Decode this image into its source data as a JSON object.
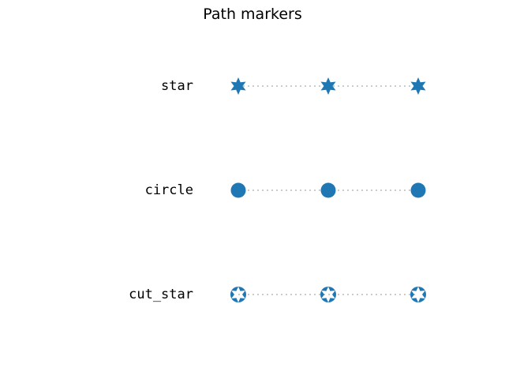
{
  "figure": {
    "title": "Path markers",
    "background": "#ffffff"
  },
  "colors": {
    "marker_fill": "#1f77b4",
    "marker_edge": "#1f77b4",
    "line": "#cbcbcb",
    "text": "#000000"
  },
  "rows": [
    {
      "label": "star",
      "marker_icon": "six-pointed-star-marker"
    },
    {
      "label": "circle",
      "marker_icon": "circle-marker"
    },
    {
      "label": "cut_star",
      "marker_icon": "circle-with-star-cutout-marker"
    }
  ],
  "chart_data": {
    "type": "line",
    "title": "Path markers",
    "x": [
      0,
      1,
      2
    ],
    "series": [
      {
        "name": "star",
        "marker": "6-pointed regular star path",
        "row_from_top": 0,
        "y": [
          0,
          0,
          0
        ]
      },
      {
        "name": "circle",
        "marker": "unit circle path",
        "row_from_top": 1,
        "y": [
          1,
          1,
          1
        ]
      },
      {
        "name": "cut_star",
        "marker": "circle with 6-pointed star cutout path",
        "row_from_top": 2,
        "y": [
          2,
          2,
          2
        ]
      }
    ],
    "line_style": "dotted",
    "line_color": "#cbcbcb",
    "marker_color": "#1f77b4",
    "marker_size_px": 22,
    "axes_visible": false,
    "grid": false,
    "legend_position": "none",
    "row_labels_position": "left of each series, right-aligned, monospace"
  }
}
